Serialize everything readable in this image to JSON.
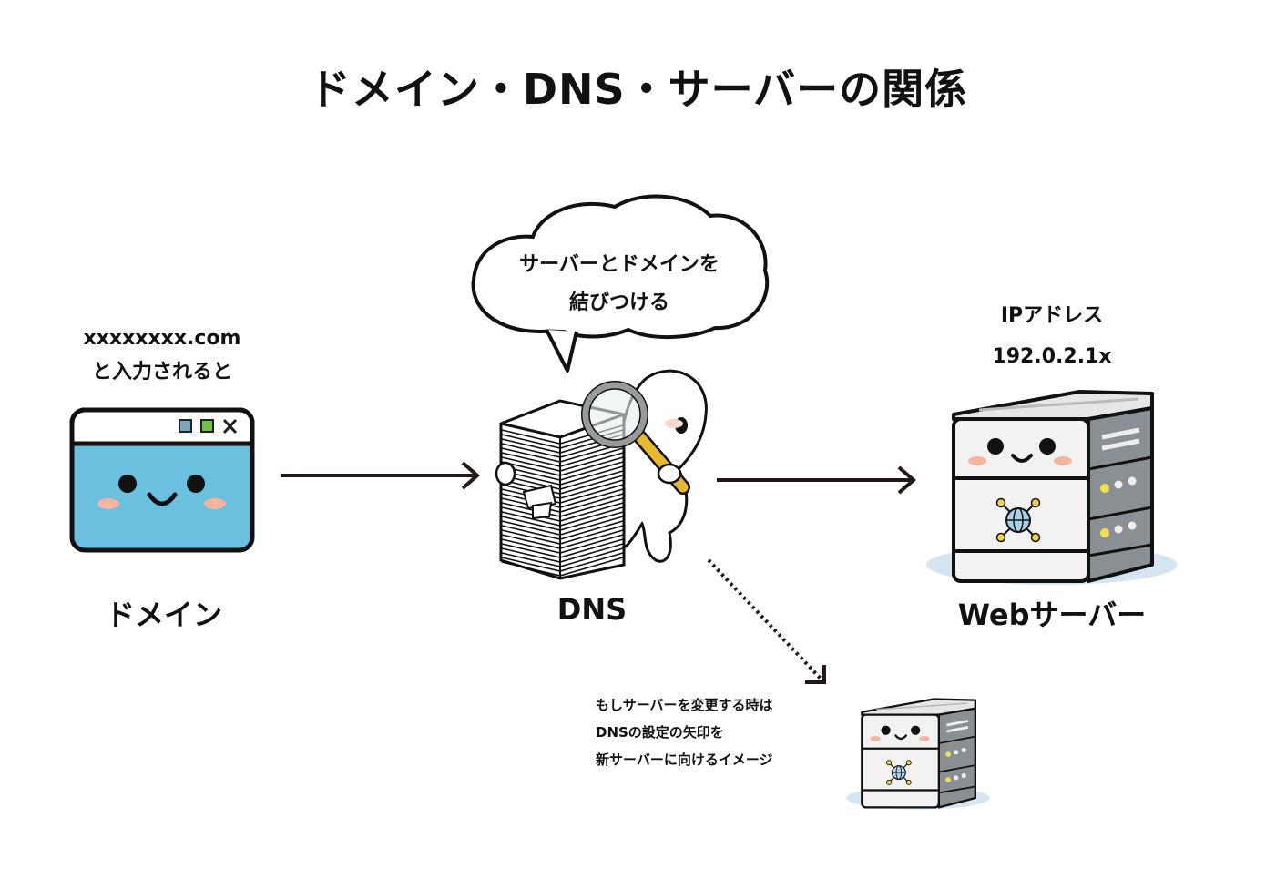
{
  "title": "ドメイン・DNS・サーバーの関係",
  "domain": {
    "caption_line1": "xxxxxxxx.com",
    "caption_line2": "と入力されると",
    "label": "ドメイン",
    "colors": {
      "screen": "#6bbfdf",
      "cheek": "#f4b4a0",
      "btn_blue": "#7aa7bd",
      "btn_green": "#6cc24a"
    }
  },
  "dns": {
    "speech_line1": "サーバーとドメインを",
    "speech_line2": "結びつける",
    "label": "DNS",
    "colors": {
      "handle": "#e8b832",
      "lens_rim": "#9a9a9a"
    }
  },
  "webserver": {
    "ip_label": "IPアドレス",
    "ip_value": "192.0.2.1x",
    "label": "Webサーバー",
    "colors": {
      "front": "#f2f2f2",
      "side": "#8a8f94",
      "led": "#f0e050",
      "shadow": "#d5e6f2",
      "globe": "#a9d2ea"
    }
  },
  "note": {
    "line1": "もしサーバーを変更する時は",
    "line2": "DNSの設定の矢印を",
    "line3": "新サーバーに向けるイメージ"
  },
  "arrows": [
    {
      "from": "domain",
      "to": "dns",
      "style": "solid"
    },
    {
      "from": "dns",
      "to": "webserver",
      "style": "solid"
    },
    {
      "from": "dns",
      "to": "new-server",
      "style": "dotted"
    }
  ]
}
